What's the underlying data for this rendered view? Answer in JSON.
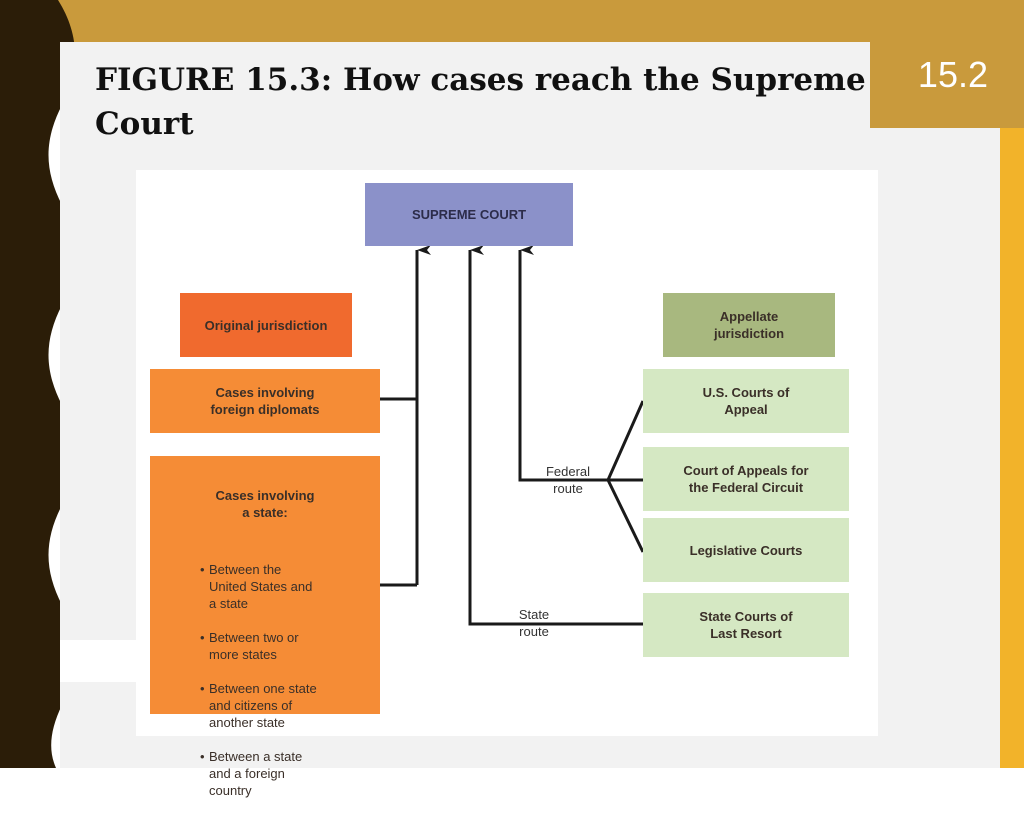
{
  "slide": {
    "title": "FIGURE 15.3: How cases reach the Supreme Court",
    "number": "15.2"
  },
  "diagram": {
    "supreme_court": "SUPREME COURT",
    "original_jurisdiction": {
      "header": "Original jurisdiction",
      "foreign_diplomats": "Cases involving\nforeign diplomats",
      "state_cases": {
        "header": "Cases involving\na state:",
        "items": [
          "Between the\nUnited States and\na state",
          "Between two or\nmore states",
          "Between one state\nand citizens of\nanother state",
          "Between a state\nand a foreign\ncountry"
        ]
      }
    },
    "appellate_jurisdiction": {
      "header": "Appellate\njurisdiction",
      "courts": [
        "U.S. Courts of\nAppeal",
        "Court of Appeals for\nthe Federal Circuit",
        "Legislative Courts",
        "State Courts of\nLast Resort"
      ]
    },
    "routes": {
      "federal": "Federal\nroute",
      "state": "State\nroute"
    }
  },
  "colors": {
    "gold": "#c99a3c",
    "yellow_stripe": "#f2b32a",
    "supreme_court_box": "#8b91c9",
    "original_header": "#f06a2e",
    "original_boxes": "#f58c36",
    "appellate_header": "#a8b87f",
    "appellate_boxes": "#d5e8c3"
  }
}
